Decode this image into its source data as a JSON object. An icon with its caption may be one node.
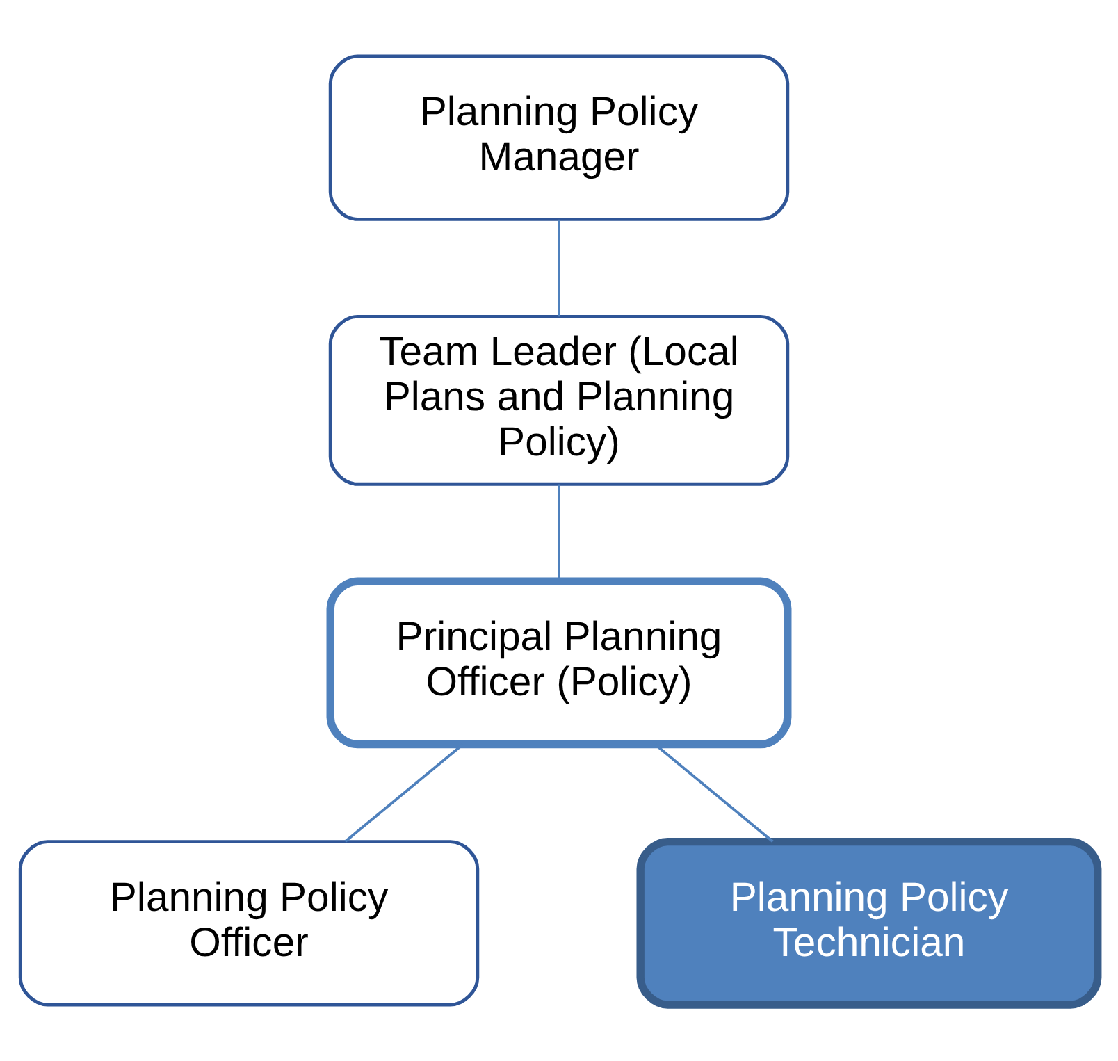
{
  "diagram": {
    "nodes": [
      {
        "text": [
          "Planning Policy Manager"
        ]
      },
      {
        "text": [
          "Team Leader (Local Plans and Planning Policy)"
        ]
      },
      {
        "text": [
          "Principal Planning Officer (Policy)"
        ]
      },
      {
        "text": [
          "Planning Policy Officer"
        ]
      },
      {
        "text": [
          "Planning Policy Technician"
        ]
      }
    ],
    "edges": [
      {
        "from": 0,
        "to": 1,
        "arrow": "none"
      },
      {
        "from": 1,
        "to": 2,
        "arrow": "none"
      },
      {
        "from": 2,
        "to": 3,
        "arrow": "none"
      },
      {
        "from": 2,
        "to": 4,
        "arrow": "none"
      }
    ]
  }
}
